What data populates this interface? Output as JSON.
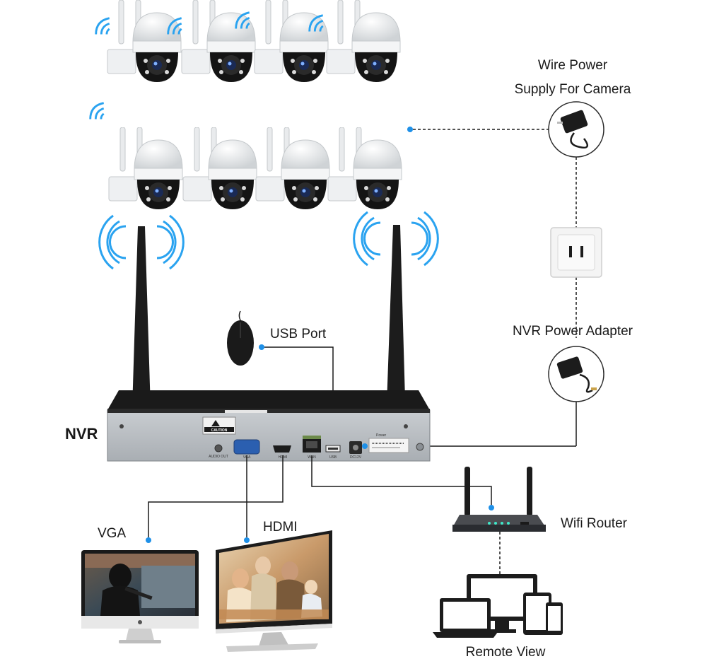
{
  "labels": {
    "wire_power_line1": "Wire Power",
    "wire_power_line2": "Supply For Camera",
    "usb_port": "USB Port",
    "nvr_power_adapter": "NVR Power Adapter",
    "nvr": "NVR",
    "wifi_router": "Wifi Router",
    "vga": "VGA",
    "hdmi": "HDMI",
    "remote_view": "Remote View"
  },
  "nvr_panel": {
    "caution": "CAUTION",
    "audio_out": "AUDIO OUT",
    "vga": "VGA",
    "hdmi": "HDMI",
    "wan": "WAN",
    "usb": "USB",
    "dc": "DC12V",
    "power": "Power"
  },
  "cameras": {
    "rows": 2,
    "per_row": 4
  },
  "colors": {
    "dot": "#1e90e8",
    "wifi": "#2aa3f0",
    "line": "#1a1a1a",
    "device_dark": "#1c1c1c",
    "panel": "#b8bcc0"
  }
}
